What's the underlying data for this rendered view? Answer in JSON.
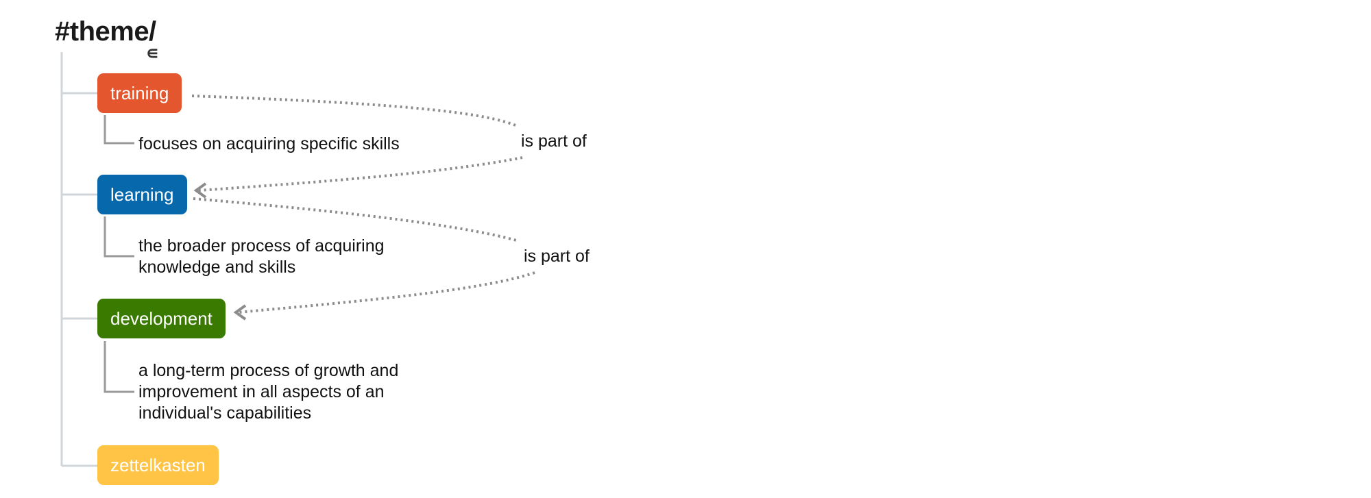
{
  "header": {
    "title": "#theme/",
    "element_icon": "∊"
  },
  "nodes": [
    {
      "label": "training",
      "color": "#e4572e",
      "description": [
        "focuses on acquiring specific skills"
      ]
    },
    {
      "label": "learning",
      "color": "#0868ac",
      "description": [
        "the broader process of acquiring",
        "knowledge and skills"
      ]
    },
    {
      "label": "development",
      "color": "#3a7a00",
      "description": [
        "a long-term process of growth and",
        "improvement in all aspects of an",
        "individual's capabilities"
      ]
    },
    {
      "label": "zettelkasten",
      "color": "#ffc445",
      "description": []
    }
  ],
  "relations": [
    {
      "label": "is part of",
      "from": "training",
      "to": "learning"
    },
    {
      "label": "is part of",
      "from": "learning",
      "to": "development"
    }
  ],
  "colors": {
    "tree_line": "#d0d5d9",
    "branch_line": "#9a9a9a",
    "relation_line": "#8c8c8c"
  }
}
